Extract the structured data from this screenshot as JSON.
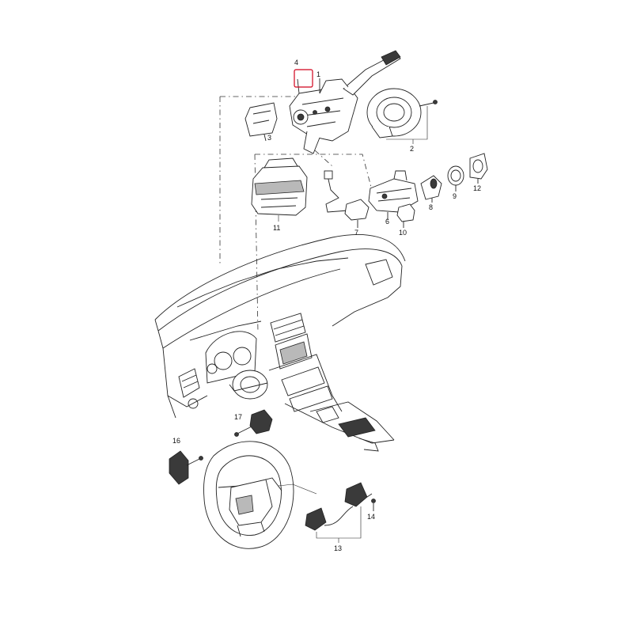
{
  "labels": {
    "p1": "1",
    "p2": "2",
    "p3": "3",
    "p4": "4",
    "p6": "6",
    "p7": "7",
    "p8": "8",
    "p9": "9",
    "p10": "10",
    "p11": "11",
    "p12": "12",
    "p13": "13",
    "p14": "14",
    "p16": "16",
    "p17": "17"
  },
  "highlight_color": "#d0021b"
}
